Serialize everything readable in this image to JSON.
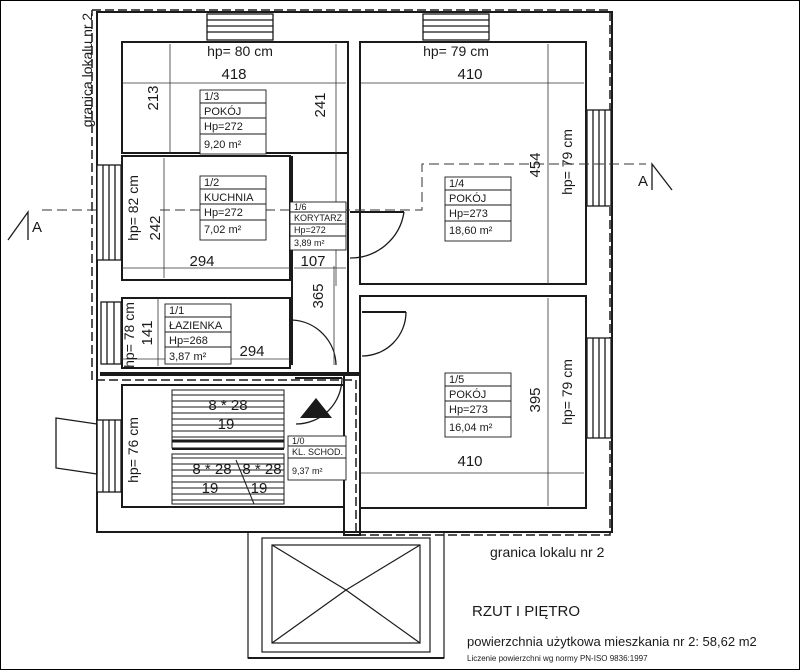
{
  "rooms": [
    {
      "number": "1/3",
      "name": "POKÓJ",
      "hp": "Hp=272",
      "area": "9,20 m²"
    },
    {
      "number": "1/2",
      "name": "KUCHNIA",
      "hp": "Hp=272",
      "area": "7,02 m²"
    },
    {
      "number": "1/6",
      "name": "KORYTARZ",
      "hp": "Hp=272",
      "area": "3,89 m²"
    },
    {
      "number": "1/4",
      "name": "POKÓJ",
      "hp": "Hp=273",
      "area": "18,60 m²"
    },
    {
      "number": "1/1",
      "name": "ŁAZIENKA",
      "hp": "Hp=268",
      "area": "3,87 m²"
    },
    {
      "number": "1/5",
      "name": "POKÓJ",
      "hp": "Hp=273",
      "area": "16,04 m²"
    },
    {
      "number": "1/0",
      "name": "KL. SCHOD.",
      "area": "9,37 m²"
    }
  ],
  "windows": {
    "top_left": "hp= 80 cm",
    "top_right": "hp= 79 cm",
    "kitchen": "hp= 82 cm",
    "bathroom": "hp= 78 cm",
    "stair": "hp= 76 cm",
    "room_1_4": "hp= 79 cm",
    "room_1_5": "hp= 79 cm"
  },
  "dimensions": {
    "d418": "418",
    "d410_top": "410",
    "d213": "213",
    "d241": "241",
    "d454": "454",
    "d242": "242",
    "d294_a": "294",
    "d107": "107",
    "d365": "365",
    "d141": "141",
    "d294_b": "294",
    "d395": "395",
    "d410_bottom": "410"
  },
  "stairs": {
    "s1a": "8 * 28",
    "s1b": "19",
    "s2a": "8 * 28",
    "s2b": "19",
    "s3a": "8 * 28",
    "s3b": "19"
  },
  "section": {
    "left": "A",
    "right": "A"
  },
  "boundary": {
    "left": "granica lokalu nr 2",
    "bottom": "granica lokalu nr 2"
  },
  "footer": {
    "title": "RZUT I PIĘTRO",
    "area_line": "powierzchnia użytkowa mieszkania nr 2: 58,62 m2",
    "norm_line": "Liczenie powierzchni wg normy PN-ISO 9836:1997"
  }
}
